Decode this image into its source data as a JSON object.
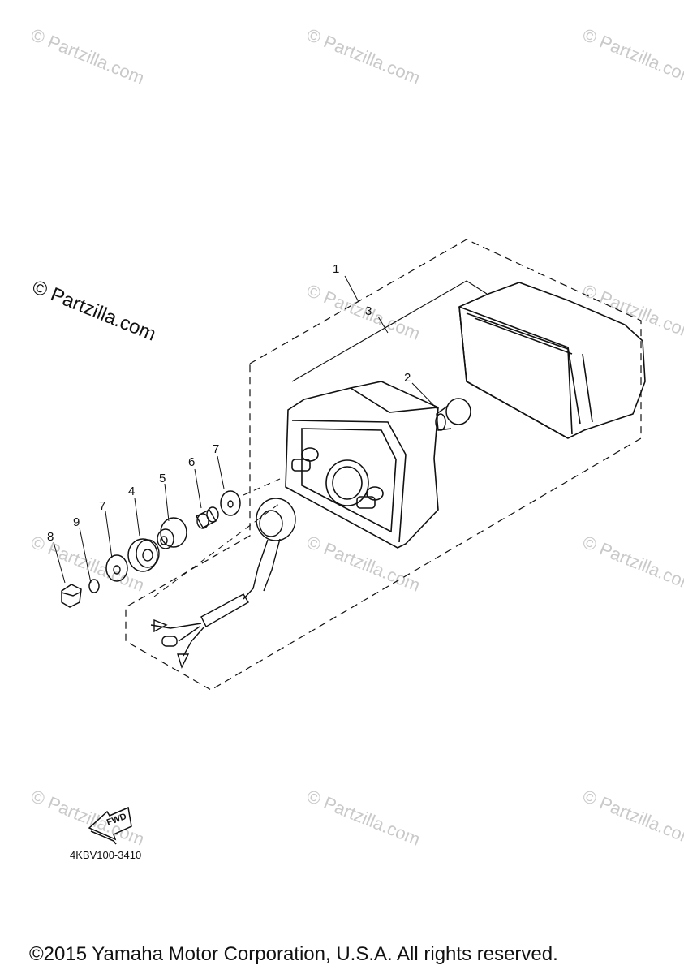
{
  "watermarks": [
    "© Partzilla.com",
    "© Partzilla.com",
    "© Partzilla.com",
    "© Partzilla.com",
    "© Partzilla.com",
    "© Partzilla.com",
    "© Partzilla.com",
    "© Partzilla.com",
    "© Partzilla.com",
    "© Partzilla.com",
    "© Partzilla.com"
  ],
  "main_watermark": "© Partzilla.com",
  "callouts": [
    "1",
    "2",
    "3",
    "4",
    "5",
    "6",
    "7",
    "7",
    "8",
    "9"
  ],
  "fwd_label": "FWD",
  "diagram_code": "4KBV100-3410",
  "copyright": "©2015 Yamaha Motor Corporation, U.S.A. All rights reserved."
}
